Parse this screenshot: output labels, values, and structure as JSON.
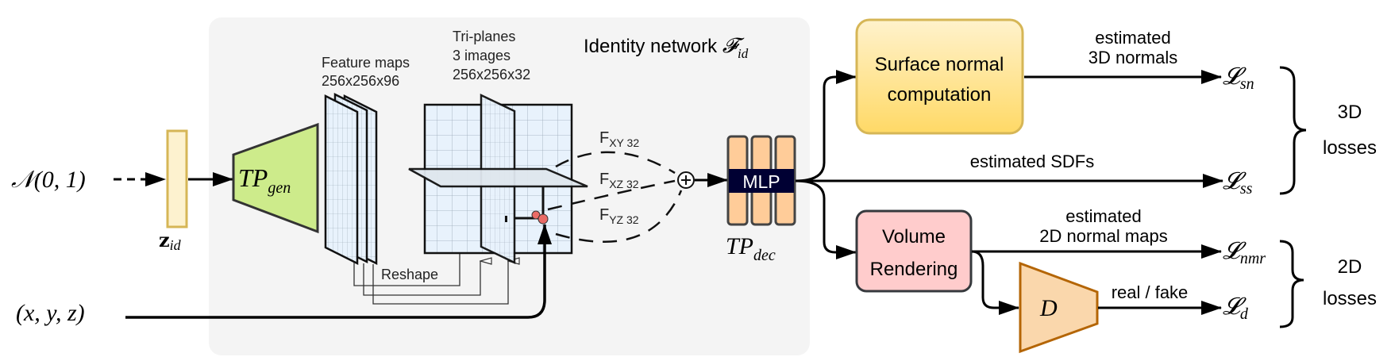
{
  "panel": {
    "title": "Identity network",
    "title_symbol": "𝓕",
    "title_subscript": "id"
  },
  "inputs": {
    "noise": "𝒩(0, 1)",
    "latent_symbol": "z",
    "latent_subscript": "id",
    "coords": "(x, y, z)"
  },
  "generator": {
    "symbol": "TP",
    "subscript": "gen"
  },
  "feature_maps": {
    "line1": "Feature maps",
    "line2": "256x256x96"
  },
  "triplanes": {
    "line1": "Tri-planes",
    "line2": "3 images",
    "line3": "256x256x32"
  },
  "reshape_label": "Reshape",
  "features": [
    {
      "main": "F",
      "sub": "XY 32"
    },
    {
      "main": "F",
      "sub": "XZ 32"
    },
    {
      "main": "F",
      "sub": "YZ 32"
    }
  ],
  "sum_symbol": "+",
  "decoder": {
    "label": "MLP",
    "symbol": "TP",
    "subscript": "dec"
  },
  "surface_normal_box": {
    "line1": "Surface normal",
    "line2": "computation"
  },
  "volume_rendering_box": {
    "line1": "Volume",
    "line2": "Rendering"
  },
  "discriminator": {
    "symbol": "D"
  },
  "edges": {
    "normals_3d": {
      "line1": "estimated",
      "line2": "3D normals"
    },
    "sdfs": "estimated SDFs",
    "normal_maps_2d": {
      "line1": "estimated",
      "line2": "2D normal maps"
    },
    "real_fake": "real / fake"
  },
  "losses": {
    "sn": {
      "symbol": "𝓛",
      "subscript": "sn"
    },
    "ss": {
      "symbol": "𝓛",
      "subscript": "ss"
    },
    "nmr": {
      "symbol": "𝓛",
      "subscript": "nmr"
    },
    "d": {
      "symbol": "𝓛",
      "subscript": "d"
    }
  },
  "loss_groups": {
    "losses_3d": {
      "line1": "3D",
      "line2": "losses"
    },
    "losses_2d": {
      "line1": "2D",
      "line2": "losses"
    }
  },
  "colors": {
    "panel_bg": "#f4f4f4",
    "latent_fill": "#fdf2cf",
    "latent_stroke": "#d6b656",
    "generator_fill": "#cdeb8b",
    "plane_fill": "#e8f2fc",
    "mlp_fill": "#ffcc99",
    "mlp_band": "#000033",
    "surface_top": "#fff2cc",
    "surface_bottom": "#ffd966",
    "volume_fill": "#ffcccc",
    "disc_fill": "#fad7ac",
    "disc_stroke": "#b46504",
    "sample_point": "#ea6b66"
  }
}
